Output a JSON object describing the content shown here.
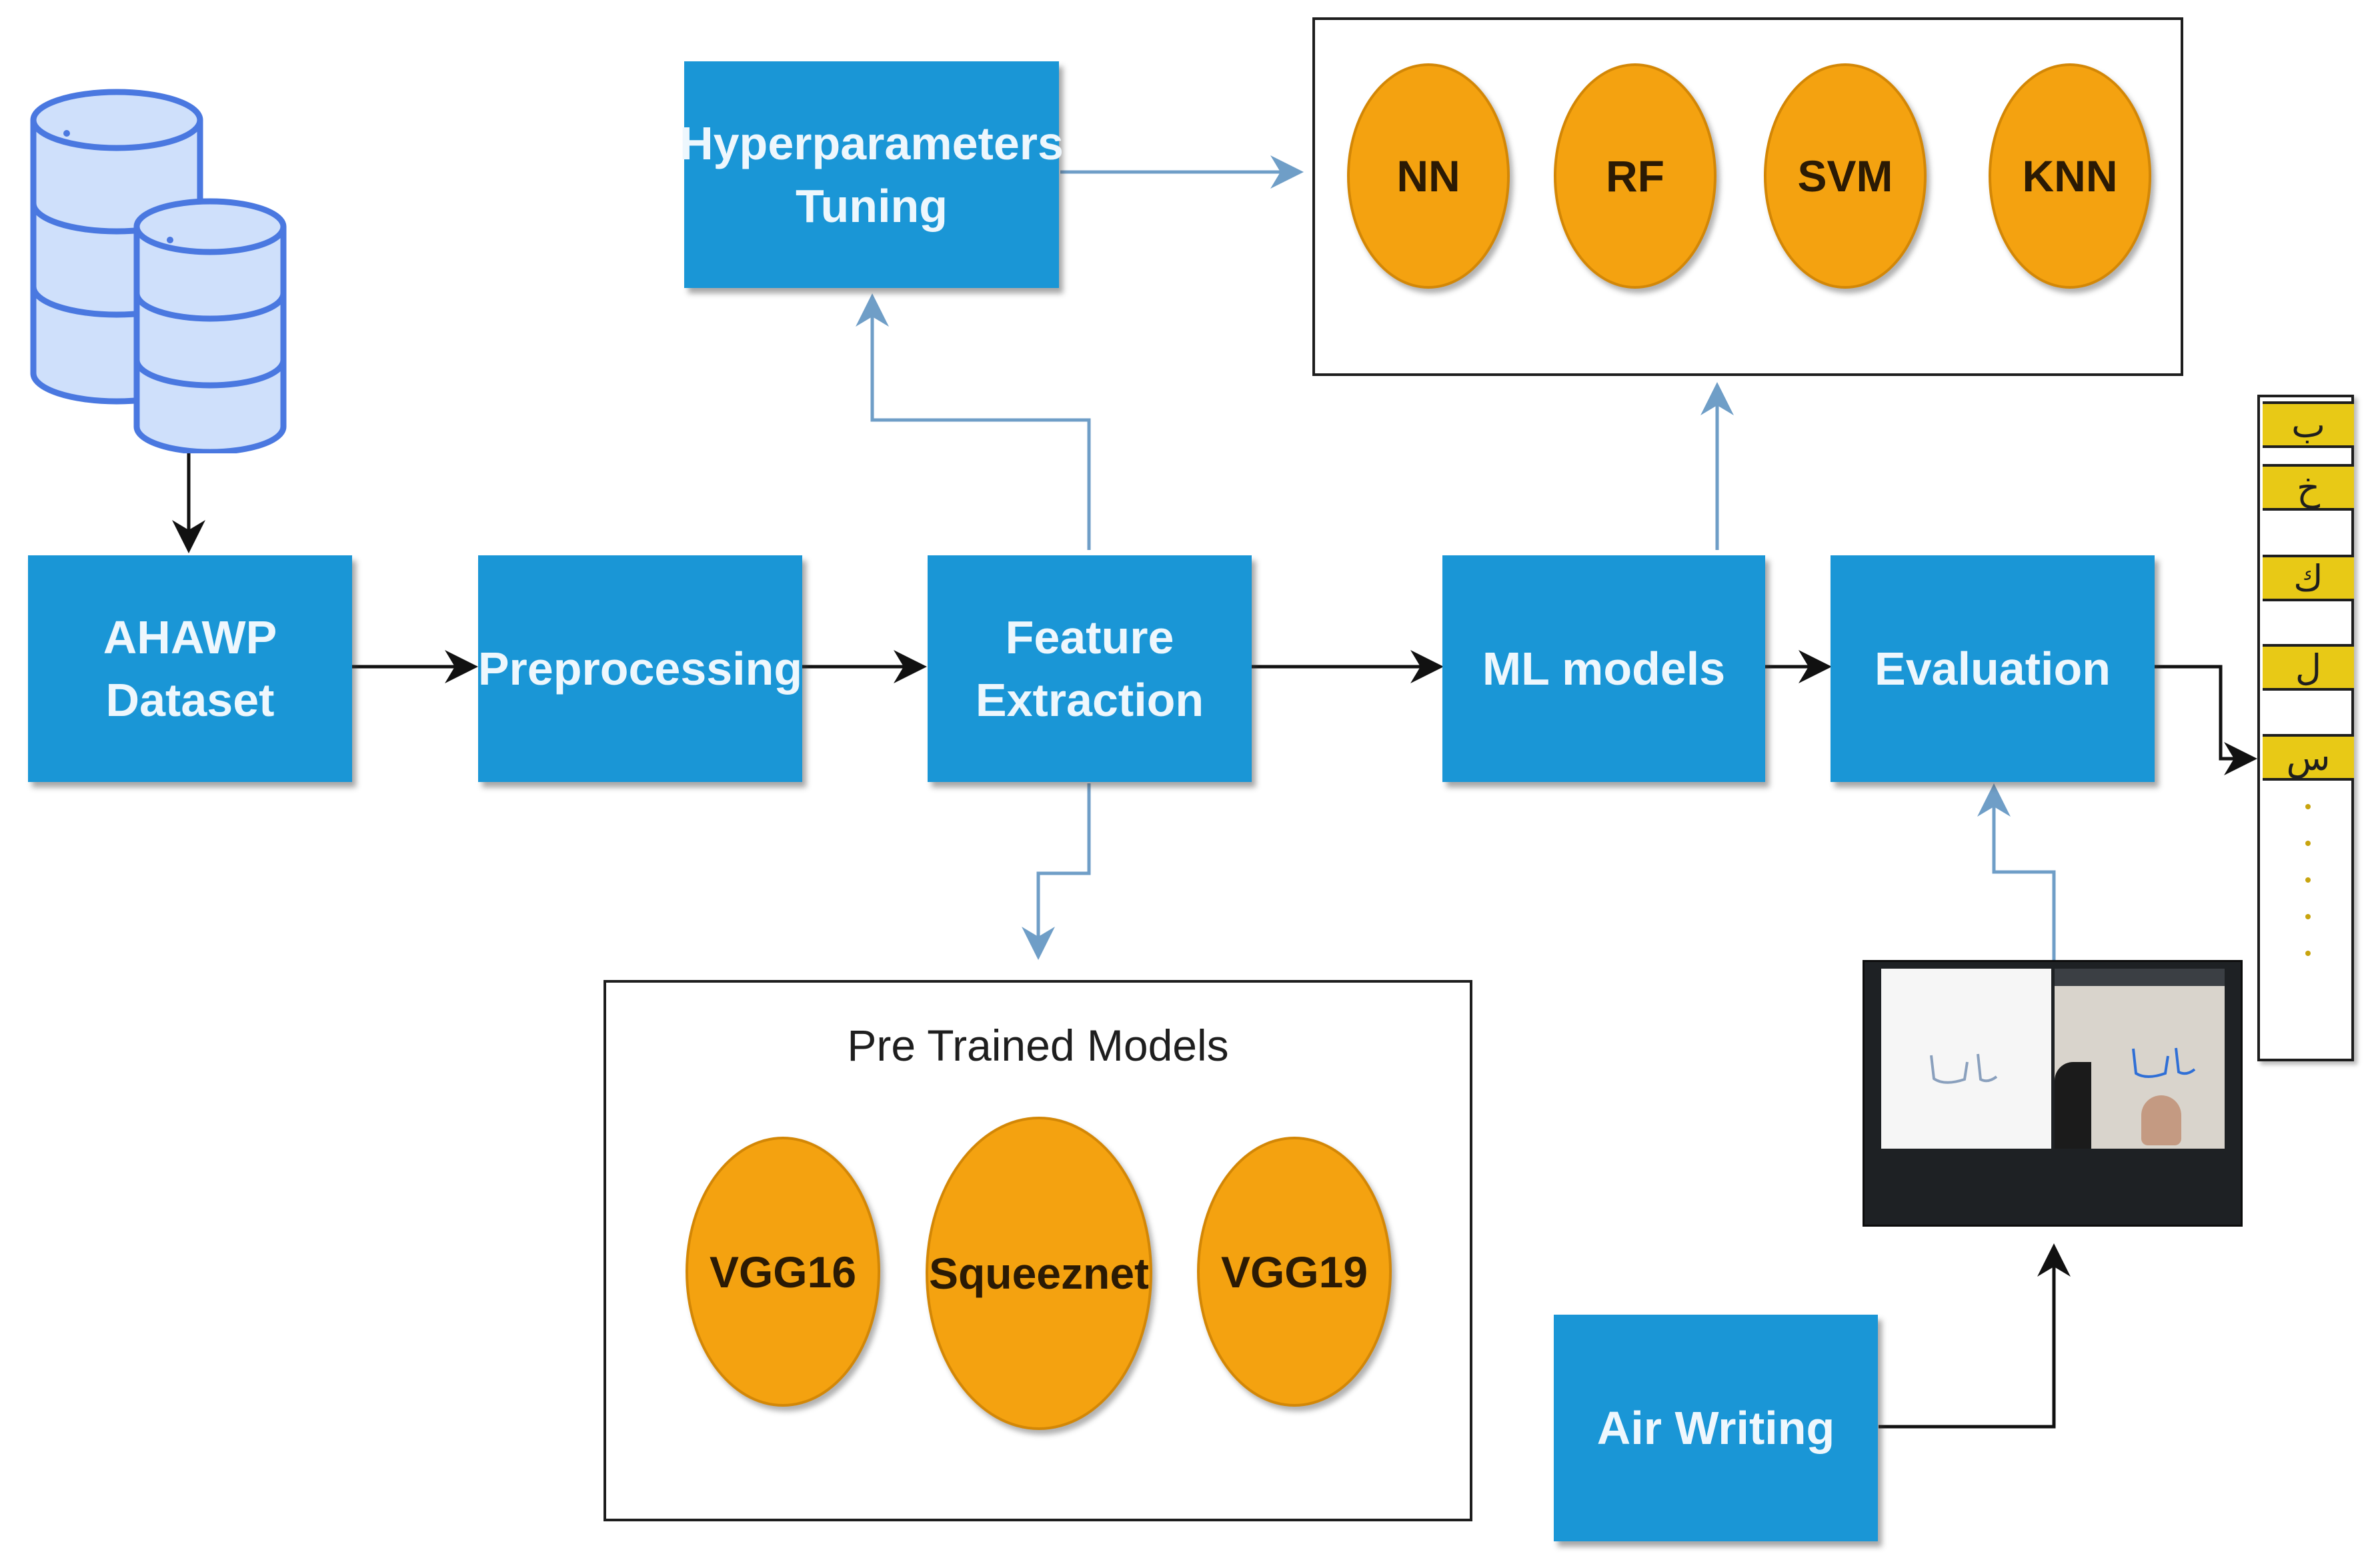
{
  "colors": {
    "box_fill": "#1a96d6",
    "oval_fill": "#f4a210",
    "arrow_dark": "#111111",
    "arrow_light": "#6f9ec7",
    "output_highlight": "#e8c916"
  },
  "pipeline": {
    "dataset": "AHAWP Dataset",
    "preprocessing": "Preprocessing",
    "feature_extraction": "Feature\nExtraction",
    "ml_models": "ML models",
    "evaluation": "Evaluation"
  },
  "hyperparameters": "Hyperparameters\nTuning",
  "classifiers": [
    "NN",
    "RF",
    "SVM",
    "KNN"
  ],
  "pretrained": {
    "title": "Pre Trained Models",
    "models": [
      "VGG16",
      "Squeeznet",
      "VGG19"
    ]
  },
  "air_writing": "Air Writing",
  "output_letters": [
    "ب",
    "خ",
    "ك",
    "ل",
    "س"
  ],
  "icons": {
    "dataset": "database-icon",
    "air_writing_preview": "screenshot-thumbnail"
  }
}
